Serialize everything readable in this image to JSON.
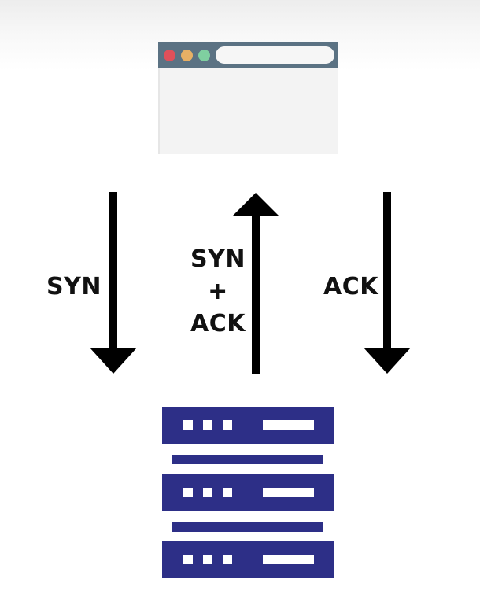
{
  "labels": {
    "syn": "SYN",
    "synack_line1": "SYN",
    "synack_line2": "+",
    "synack_line3": "ACK",
    "ack": "ACK"
  },
  "icons": {
    "client": "browser-window-icon",
    "server": "server-rack-icon"
  },
  "colors": {
    "browser_titlebar": "#5b7283",
    "browser_pane": "#f3f3f3",
    "dot_red": "#e0505a",
    "dot_yellow": "#e8b065",
    "dot_green": "#7fcfa0",
    "server": "#2d2f87",
    "arrow": "#000000"
  }
}
